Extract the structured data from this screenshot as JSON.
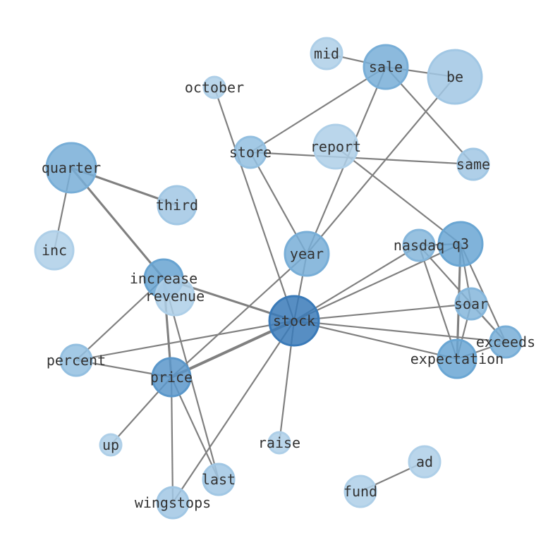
{
  "graph": {
    "nodes": [
      "mid",
      "sale",
      "be",
      "october",
      "store",
      "report",
      "same",
      "quarter",
      "third",
      "inc",
      "year",
      "nasdaq",
      "q3",
      "increase",
      "revenue",
      "stock",
      "soar",
      "exceeds",
      "percent",
      "expectation",
      "price",
      "up",
      "raise",
      "ad",
      "fund",
      "last",
      "wingstops"
    ],
    "edges": [
      {
        "source": "quarter",
        "target": "third",
        "weight": 2
      },
      {
        "source": "quarter",
        "target": "inc",
        "weight": 1
      },
      {
        "source": "quarter",
        "target": "increase",
        "weight": 2
      },
      {
        "source": "increase",
        "target": "stock",
        "weight": 2
      },
      {
        "source": "increase",
        "target": "price",
        "weight": 2
      },
      {
        "source": "increase",
        "target": "percent",
        "weight": 1
      },
      {
        "source": "increase",
        "target": "last",
        "weight": 1
      },
      {
        "source": "sale",
        "target": "mid",
        "weight": 1
      },
      {
        "source": "sale",
        "target": "be",
        "weight": 1
      },
      {
        "source": "sale",
        "target": "same",
        "weight": 1
      },
      {
        "source": "sale",
        "target": "store",
        "weight": 1
      },
      {
        "source": "sale",
        "target": "year",
        "weight": 1
      },
      {
        "source": "store",
        "target": "same",
        "weight": 1
      },
      {
        "source": "store",
        "target": "year",
        "weight": 1
      },
      {
        "source": "be",
        "target": "year",
        "weight": 1
      },
      {
        "source": "report",
        "target": "q3",
        "weight": 1
      },
      {
        "source": "october",
        "target": "stock",
        "weight": 1
      },
      {
        "source": "year",
        "target": "stock",
        "weight": 1
      },
      {
        "source": "year",
        "target": "price",
        "weight": 1
      },
      {
        "source": "stock",
        "target": "nasdaq",
        "weight": 1
      },
      {
        "source": "stock",
        "target": "q3",
        "weight": 1
      },
      {
        "source": "stock",
        "target": "soar",
        "weight": 1
      },
      {
        "source": "stock",
        "target": "exceeds",
        "weight": 1
      },
      {
        "source": "stock",
        "target": "expectation",
        "weight": 1
      },
      {
        "source": "stock",
        "target": "percent",
        "weight": 1
      },
      {
        "source": "stock",
        "target": "price",
        "weight": 3
      },
      {
        "source": "stock",
        "target": "raise",
        "weight": 1
      },
      {
        "source": "stock",
        "target": "wingstops",
        "weight": 1
      },
      {
        "source": "nasdaq",
        "target": "q3",
        "weight": 1
      },
      {
        "source": "nasdaq",
        "target": "expectation",
        "weight": 1
      },
      {
        "source": "nasdaq",
        "target": "exceeds",
        "weight": 1
      },
      {
        "source": "q3",
        "target": "expectation",
        "weight": 2
      },
      {
        "source": "q3",
        "target": "soar",
        "weight": 1
      },
      {
        "source": "q3",
        "target": "exceeds",
        "weight": 1
      },
      {
        "source": "soar",
        "target": "expectation",
        "weight": 1
      },
      {
        "source": "soar",
        "target": "exceeds",
        "weight": 1
      },
      {
        "source": "expectation",
        "target": "exceeds",
        "weight": 1
      },
      {
        "source": "price",
        "target": "percent",
        "weight": 1
      },
      {
        "source": "price",
        "target": "up",
        "weight": 1
      },
      {
        "source": "price",
        "target": "wingstops",
        "weight": 1
      },
      {
        "source": "price",
        "target": "last",
        "weight": 1
      },
      {
        "source": "fund",
        "target": "ad",
        "weight": 1
      }
    ]
  },
  "colors": {
    "edge": "#808080",
    "dark": "#3a7ab8",
    "mid": "#6aa6d3",
    "light": "#bcd7ec"
  }
}
